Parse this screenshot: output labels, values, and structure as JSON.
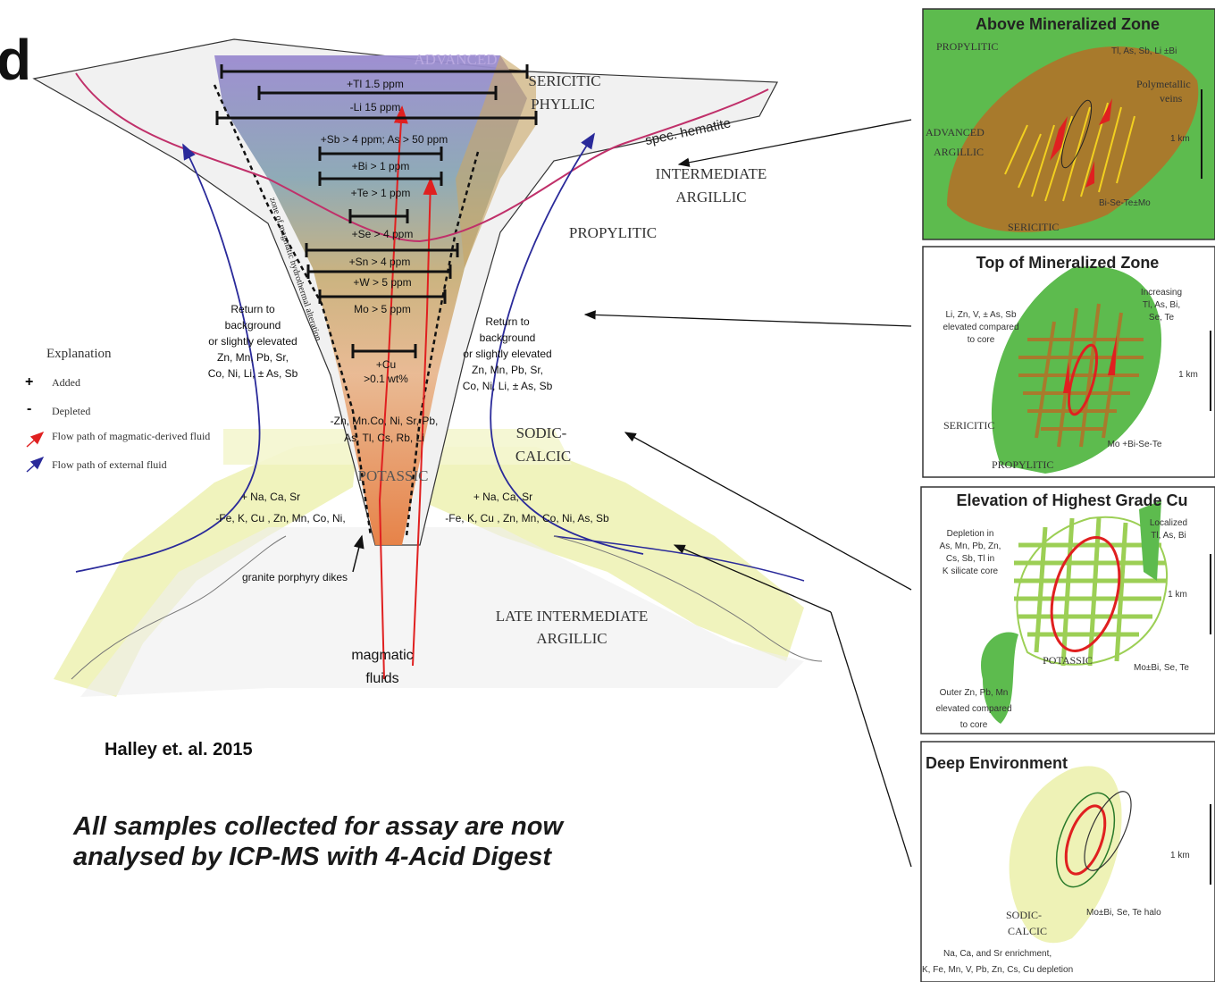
{
  "slide": {
    "cut_title_fragment": "d",
    "citation": "Halley et. al. 2015",
    "footnote_line1": "All samples collected for assay are now",
    "footnote_line2": "analysed by ICP-MS with 4-Acid Digest"
  },
  "main_diagram": {
    "zones": {
      "advanced": "ADVANCED",
      "sericitic": "SERICITIC",
      "phyllic": "PHYLLIC",
      "intermediate": "INTERMEDIATE",
      "argillic": "ARGILLIC",
      "propylitic": "PROPYLITIC",
      "sodic": "SODIC-",
      "calcic": "CALCIC",
      "potassic": "POTASSIC",
      "late_intermediate": "LATE INTERMEDIATE",
      "late_argillic": "ARGILLIC"
    },
    "spec_hematite": "spec. hematite",
    "zone_label": "zone of magmatic hydrothermal alteration",
    "element_bars": [
      "+Tl   1.5 ppm",
      "-Li   15 ppm",
      "+Sb > 4 ppm; As > 50 ppm",
      "+Bi > 1 ppm",
      "+Te > 1 ppm",
      "+Se > 4 ppm",
      "+Sn > 4 ppm",
      "+W > 5 ppm",
      "Mo > 5 ppm",
      "+Cu",
      ">0.1 wt%"
    ],
    "return_left": [
      "Return to",
      "background",
      "or slightly elevated",
      "Zn, Mn, Pb, Sr,",
      "Co, Ni, Li, ± As, Sb"
    ],
    "return_right": [
      "Return to",
      "background",
      "or slightly elevated",
      "Zn, Mn, Pb, Sr,",
      "Co, Ni, Li, ± As, Sb"
    ],
    "depleted_core": [
      "-Zn, Mn.Co, Ni, Sr, Pb,",
      "As, Tl, Cs, Rb, Li"
    ],
    "left_lower": [
      "+ Na, Ca, Sr",
      "-Fe, K, Cu , Zn, Mn, Co, Ni,"
    ],
    "right_lower": [
      "+ Na, Ca, Sr",
      "-Fe, K, Cu , Zn, Mn, Co, Ni, As, Sb"
    ],
    "dikes": "granite porphyry dikes",
    "magmatic_1": "magmatic",
    "magmatic_2": "fluids"
  },
  "explanation": {
    "title": "Explanation",
    "items": [
      {
        "symbol": "+",
        "label": "Added"
      },
      {
        "symbol": "-",
        "label": "Depleted"
      },
      {
        "symbol": "red-arrow",
        "label": "Flow path of magmatic-derived fluid"
      },
      {
        "symbol": "blue-arrow",
        "label": "Flow path of external fluid"
      }
    ]
  },
  "panels": [
    {
      "title": "Above Mineralized Zone",
      "labels": [
        "PROPYLITIC",
        "Tl, As, Sb, Li ±Bi",
        "Polymetallic",
        "veins",
        "ADVANCED",
        "ARGILLIC",
        "1 km",
        "Bi-Se-Te±Mo",
        "SERICITIC"
      ]
    },
    {
      "title": "Top of Mineralized Zone",
      "labels": [
        "Li, Zn, V, ± As, Sb",
        "elevated compared",
        "to core",
        "Increasing",
        "Tl, As, Bi,",
        "Se, Te",
        "1 km",
        "SERICITIC",
        "Mo +Bi-Se-Te",
        "PROPYLITIC"
      ]
    },
    {
      "title": "Elevation of Highest Grade Cu",
      "labels": [
        "Depletion in",
        "As, Mn, Pb, Zn,",
        "Cs, Sb, Tl in",
        "K silicate core",
        "Localized",
        "Tl, As, Bi",
        "1 km",
        "POTASSIC",
        "Mo±Bi, Se, Te",
        "Outer Zn, Pb, Mn",
        "elevated compared",
        "to core"
      ]
    },
    {
      "title": "Deep Environment",
      "labels": [
        "1 km",
        "SODIC-",
        "CALCIC",
        "Mo±Bi, Se, Te halo",
        "Na, Ca, and Sr enrichment,",
        "K, Fe, Mn, V, Pb, Zn, Cs, Cu depletion"
      ]
    }
  ],
  "colors": {
    "propylitic_green": "#5dbb4e",
    "sericitic_brown": "#a87a2c",
    "advanced_purple": "#9d8cc4",
    "potassic_orange": "#e98a55",
    "sodic_yellow": "#eef2b6",
    "vein_red": "#e02020"
  }
}
